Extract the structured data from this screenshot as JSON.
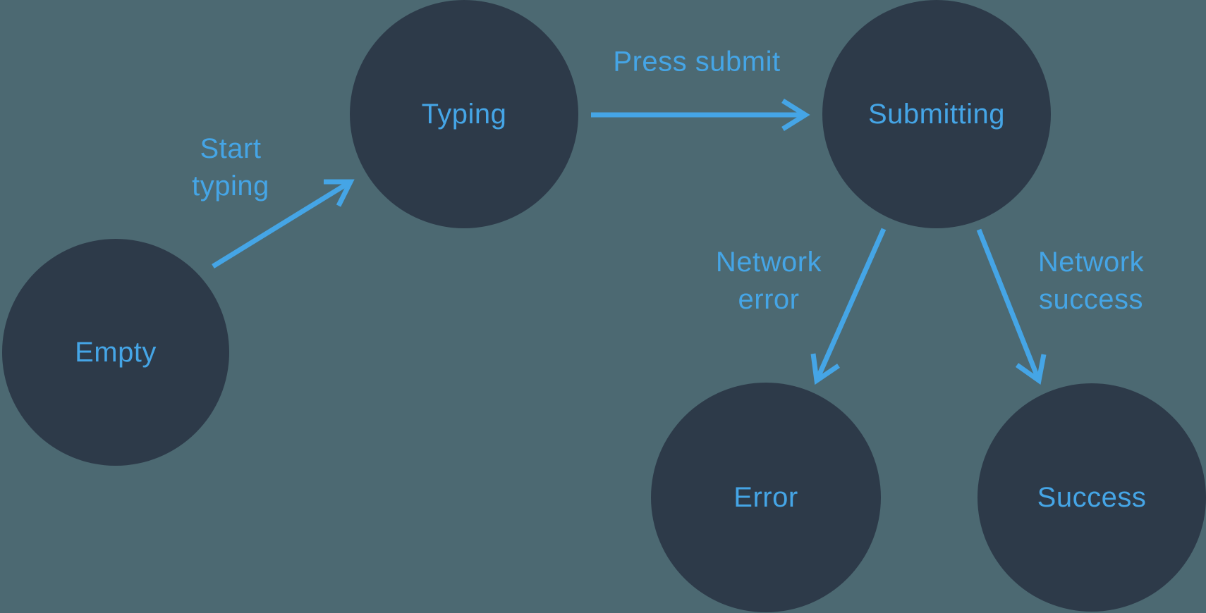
{
  "colors": {
    "background": "#4C6972",
    "node_fill": "#2D3A49",
    "accent": "#45A5E6"
  },
  "nodes": {
    "empty": {
      "label": "Empty"
    },
    "typing": {
      "label": "Typing"
    },
    "submitting": {
      "label": "Submitting"
    },
    "error": {
      "label": "Error"
    },
    "success": {
      "label": "Success"
    }
  },
  "edges": {
    "start_typing": {
      "label": "Start\ntyping"
    },
    "press_submit": {
      "label": "Press submit"
    },
    "network_error": {
      "label": "Network\nerror"
    },
    "network_success": {
      "label": "Network\nsuccess"
    }
  }
}
